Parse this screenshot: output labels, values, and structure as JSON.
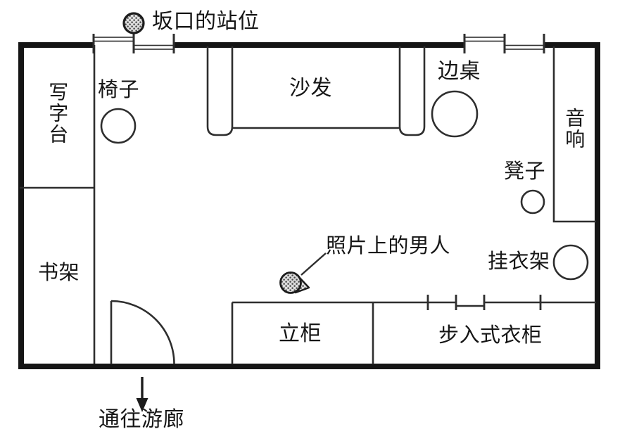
{
  "figure": {
    "type": "room-floor-plan",
    "background": "#ffffff",
    "wall_color": "#151515",
    "line_color": "#2e2e2e",
    "marker_fill": "stippled-gray",
    "annotations": {
      "sakaguchi_position": "坂口的站位",
      "photo_man": "照片上的男人",
      "to_veranda": "通往游廊"
    },
    "furniture": {
      "desk": "写字台",
      "chair": "椅子",
      "sofa": "沙发",
      "side_table": "边桌",
      "stereo": "音响",
      "stool": "凳子",
      "coat_rack": "挂衣架",
      "bookshelf": "书架",
      "cabinet": "立柜",
      "walk_in_closet": "步入式衣柜"
    }
  }
}
